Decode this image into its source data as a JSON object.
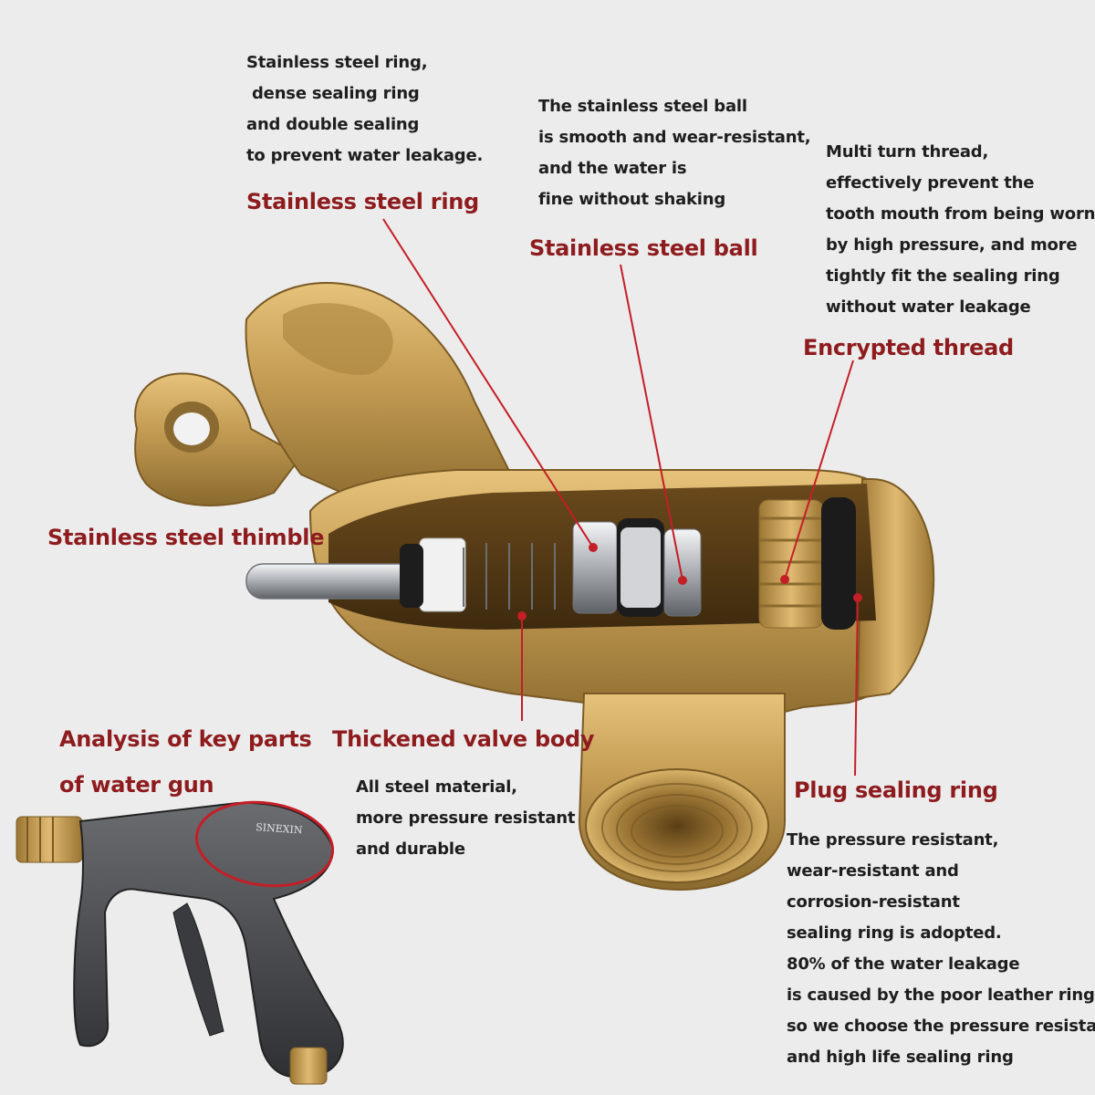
{
  "title_lines": [
    "Analysis of key parts",
    "of water gun"
  ],
  "gun_brand": "SINEXIN",
  "parts": [
    {
      "id": "stainless-steel-ring",
      "label": "Stainless steel ring",
      "description": [
        "Stainless steel ring,",
        "dense sealing ring",
        "and double sealing",
        "to prevent water leakage."
      ]
    },
    {
      "id": "stainless-steel-ball",
      "label": "Stainless steel ball",
      "description": [
        "The stainless steel ball",
        "is smooth and wear-resistant,",
        "and the water is",
        "fine without shaking"
      ]
    },
    {
      "id": "encrypted-thread",
      "label": "Encrypted thread",
      "description": [
        "Multi turn thread,",
        "effectively prevent the",
        "tooth mouth from being worn",
        "by high pressure, and more",
        "tightly fit the sealing ring",
        "without water leakage"
      ]
    },
    {
      "id": "stainless-steel-thimble",
      "label": "Stainless steel thimble",
      "description": []
    },
    {
      "id": "thickened-valve-body",
      "label": "Thickened valve body",
      "description": [
        "All steel material,",
        "more pressure resistant",
        "and durable"
      ]
    },
    {
      "id": "plug-sealing-ring",
      "label": "Plug sealing ring",
      "description": [
        "The pressure resistant,",
        "wear-resistant and",
        "corrosion-resistant",
        "sealing ring is adopted.",
        "80% of the water leakage",
        "is caused by the poor leather ring,",
        "so we choose the pressure resistant",
        "and high life sealing ring"
      ]
    }
  ],
  "colors": {
    "background": "#ececec",
    "label": "#8e1c1e",
    "description_text": "#1e1e1e",
    "leader_line": "#c41e26",
    "brass": "#b99048",
    "steel": "#c9ccd0",
    "gun_body": "#4a4b4e",
    "highlight_circle": "#c41e26"
  }
}
